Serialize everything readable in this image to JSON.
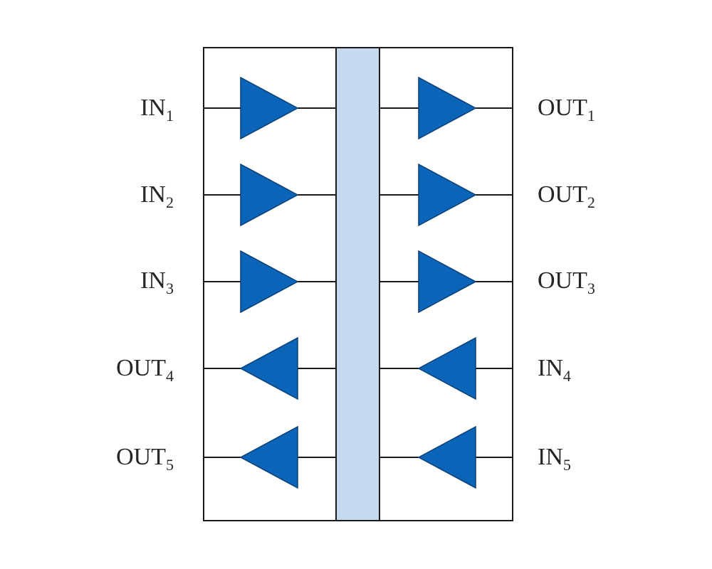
{
  "colors": {
    "outline": "#1a1a1a",
    "wire": "#1a1a1a",
    "buffer_fill": "#0a64b8",
    "buffer_stroke": "#0a3f78",
    "center_bar": "#c5d9ee",
    "label": "#262626"
  },
  "left_pins": [
    {
      "name": "IN",
      "sub": "1"
    },
    {
      "name": "IN",
      "sub": "2"
    },
    {
      "name": "IN",
      "sub": "3"
    },
    {
      "name": "OUT",
      "sub": "4"
    },
    {
      "name": "OUT",
      "sub": "5"
    }
  ],
  "right_pins": [
    {
      "name": "OUT",
      "sub": "1"
    },
    {
      "name": "OUT",
      "sub": "2"
    },
    {
      "name": "OUT",
      "sub": "3"
    },
    {
      "name": "IN",
      "sub": "4"
    },
    {
      "name": "IN",
      "sub": "5"
    }
  ],
  "channels": [
    {
      "direction": "left-to-right"
    },
    {
      "direction": "left-to-right"
    },
    {
      "direction": "left-to-right"
    },
    {
      "direction": "right-to-left"
    },
    {
      "direction": "right-to-left"
    }
  ]
}
